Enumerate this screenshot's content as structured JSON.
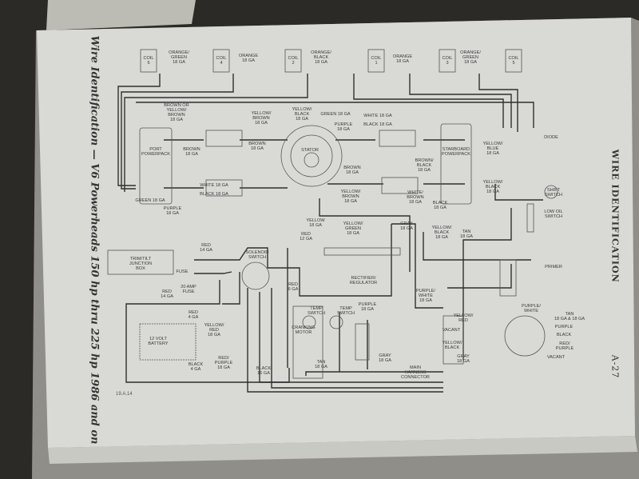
{
  "page": {
    "side_title": "Wire Identification — V6 Powerheads 150 hp thru 225 hp 1986 and on",
    "section_header": "WIRE IDENTIFICATION",
    "page_label": "A-27",
    "figure_number": "19.A.14"
  },
  "diagram": {
    "labels": [
      "COIL\n6",
      "COIL\n4",
      "COIL\n2",
      "COIL\n1",
      "COIL\n3",
      "COIL\n5",
      "ORANGE/\nGREEN\n18 GA",
      "ORANGE\n18 GA",
      "ORANGE/\nBLACK\n18 GA",
      "ORANGE\n18 GA",
      "ORANGE/\nGREEN\n18 GA",
      "BROWN OR\nYELLOW/\nBROWN\n18 GA",
      "YELLOW/\nBROWN\n18 GA",
      "YELLOW/\nBLACK\n18 GA",
      "GREEN 18 GA",
      "PURPLE\n18 GA",
      "WHITE 18 GA",
      "BLACK 18 GA",
      "PORT\nPOWERPACK",
      "BROWN\n18 GA",
      "BROWN\n18 GA",
      "STATOR",
      "STARBOARD\nPOWERPACK",
      "YELLOW/\nBLUE\n18 GA",
      "DIODE",
      "WHITE 18 GA",
      "BLACK 18 GA",
      "GREEN 18 GA",
      "PURPLE\n18 GA",
      "BROWN\n18 GA",
      "BROWN/\nBLACK\n18 GA",
      "YELLOW/\nBROWN\n18 GA",
      "YELLOW/\nBLACK\n18 GA",
      "SHIFT\nSWITCH",
      "WHITE/\nBROWN\n18 GA",
      "BLACK\n18 GA",
      "YELLOW\n18 GA",
      "YELLOW/\nGREEN\n18 GA",
      "GRAY\n18 GA",
      "YELLOW/\nBLACK\n18 GA",
      "TAN\n18 GA",
      "LOW OIL\nSWITCH",
      "RED\n12 GA",
      "RED\n14 GA",
      "TRIM/TILT\nJUNCTION\nBOX",
      "SOLENOID\nSWITCH",
      "RECTIFIER/\nREGULATOR",
      "PRIMER",
      "FUSE",
      "RED\n14 GA",
      "20 AMP\nFUSE",
      "RED\n6 GA",
      "PURPLE/\nWHITE\n18 GA",
      "RED\n4 GA",
      "TEMP\nSWITCH",
      "TEMP\nSWITCH",
      "PURPLE\n18 GA",
      "CRANKING\nMOTOR",
      "12 VOLT\nBATTERY",
      "YELLOW/\nRED\n18 GA",
      "YELLOW/\nRED",
      "PURPLE/\nWHITE",
      "TAN\n18 GA & 18 GA",
      "VACANT",
      "PURPLE",
      "BLACK",
      "YELLOW/\nBLACK",
      "RED/\nPURPLE",
      "GRAY\n18 GA",
      "VACANT",
      "GRAY\n18 GA",
      "MAIN\nHARNESS\nCONNECTOR",
      "RED/\nPURPLE\n18 GA",
      "BLACK\n4 GA",
      "BLACK\n16 GA",
      "TAN\n18 GA"
    ]
  }
}
